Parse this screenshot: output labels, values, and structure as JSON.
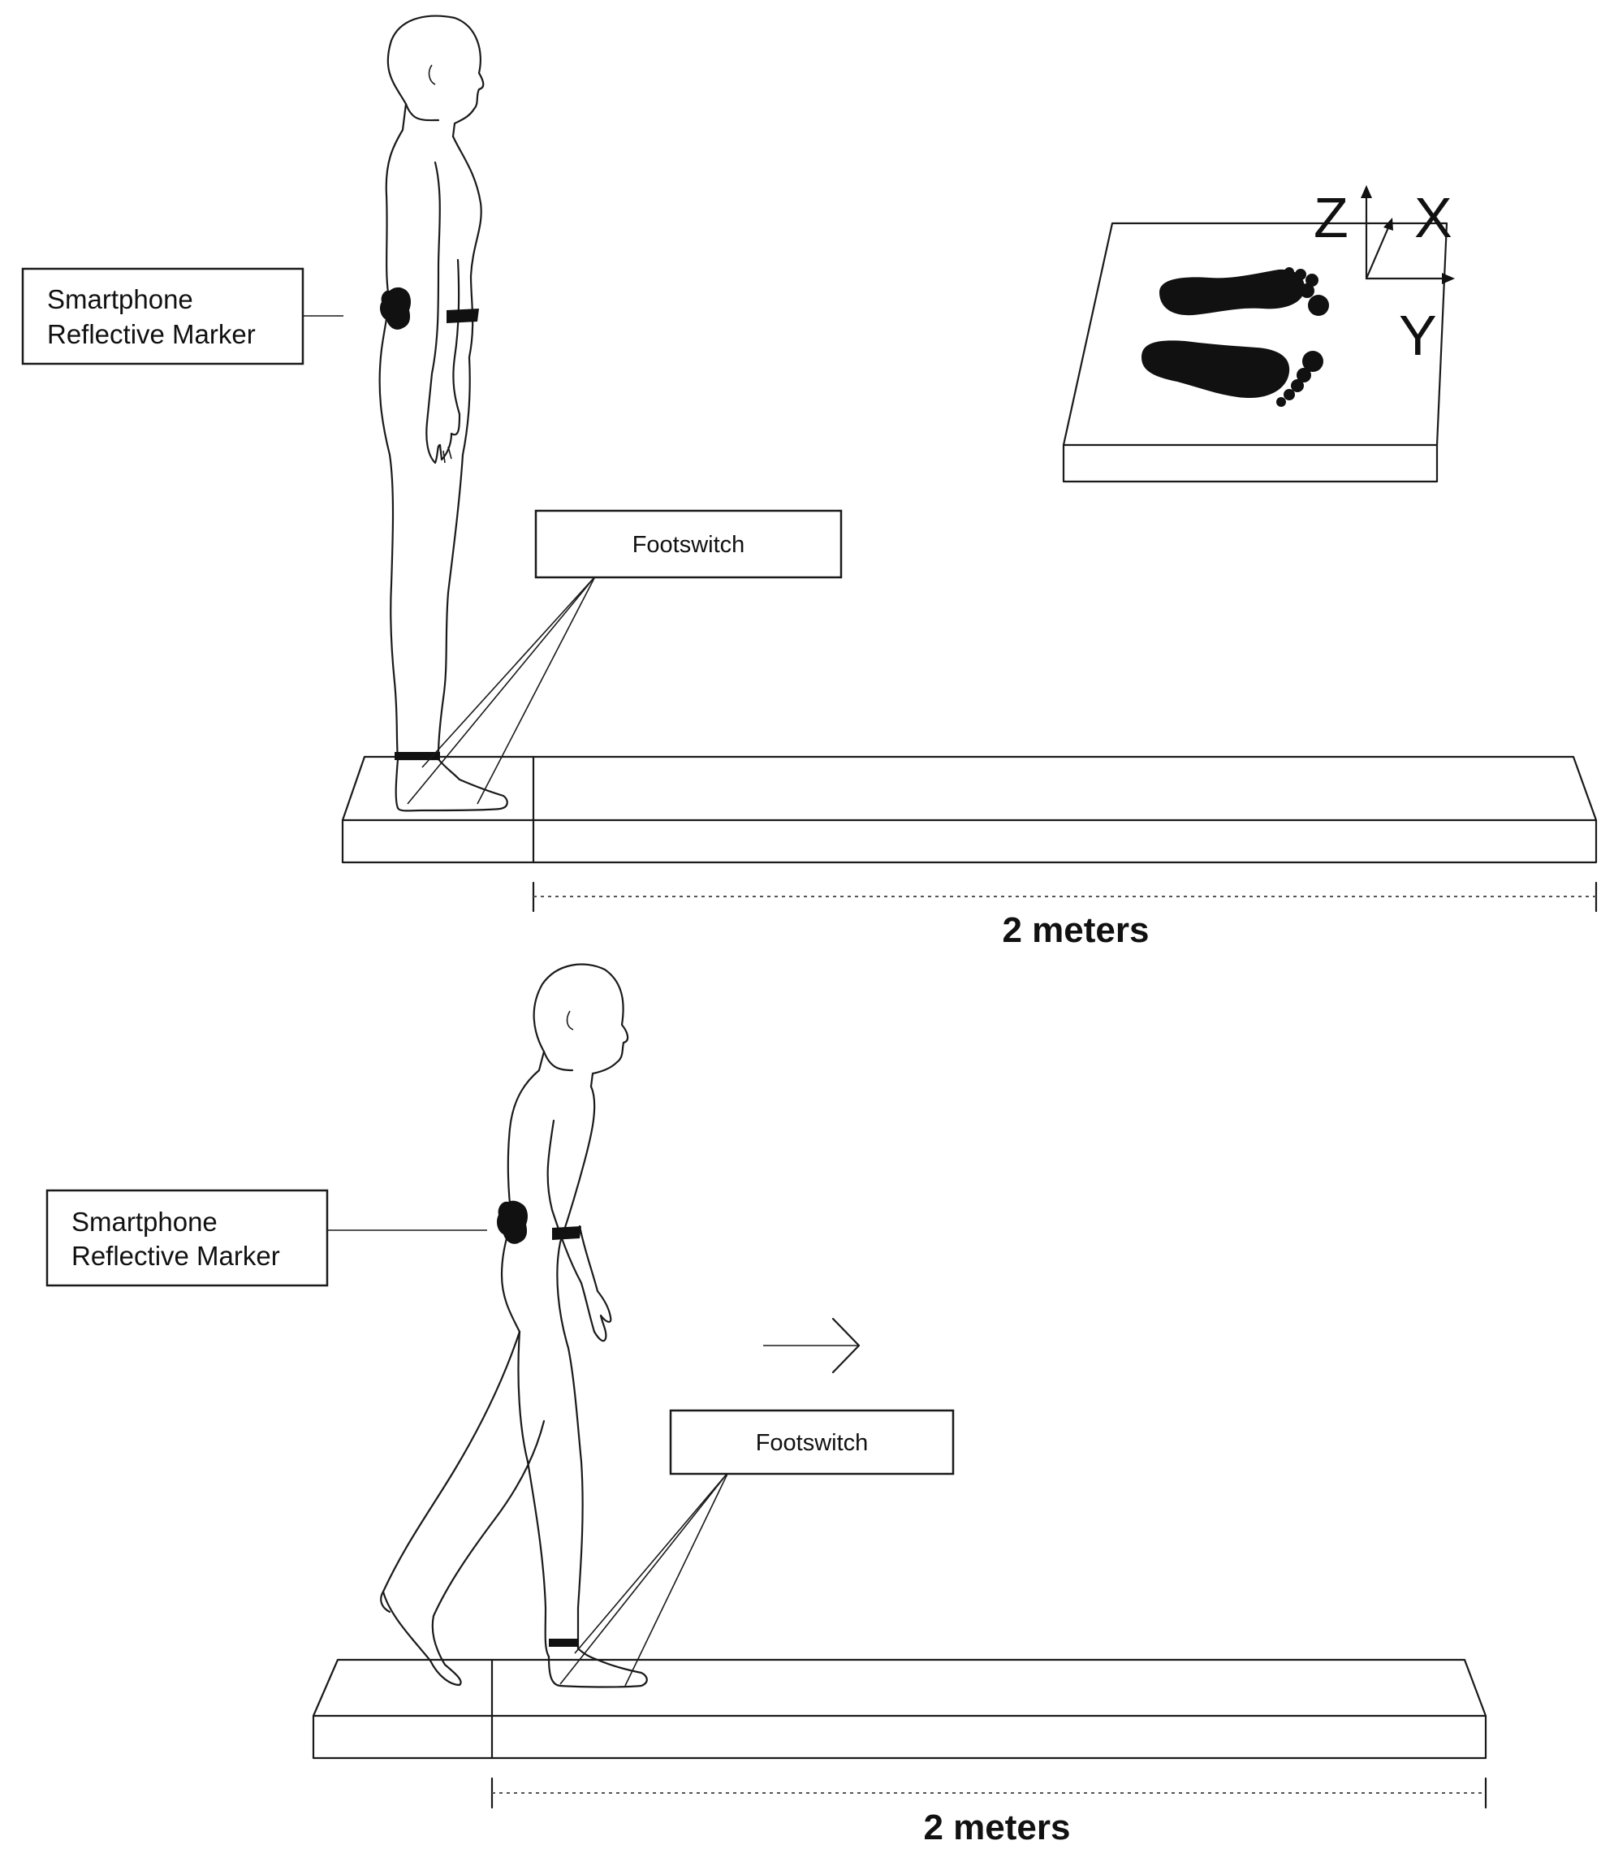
{
  "top_scene": {
    "marker_label_line1": "Smartphone",
    "marker_label_line2": "Reflective Marker",
    "footswitch_label": "Footswitch",
    "distance_label": "2 meters"
  },
  "force_plate": {
    "axis_z": "Z",
    "axis_x": "X",
    "axis_y": "Y"
  },
  "bottom_scene": {
    "marker_label_line1": "Smartphone",
    "marker_label_line2": "Reflective Marker",
    "footswitch_label": "Footswitch",
    "distance_label": "2 meters"
  }
}
